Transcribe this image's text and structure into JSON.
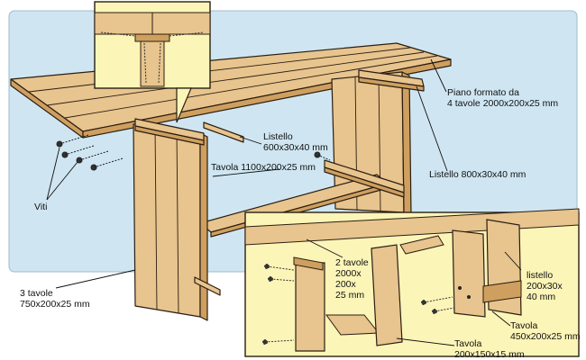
{
  "labels": {
    "piano": [
      "Piano formato da",
      "4 tavole 2000x200x25 mm"
    ],
    "listello_600": [
      "Listello",
      "600x30x40 mm"
    ],
    "tavola_1100": "Tavola 1100x200x25 mm",
    "listello_800": "Listello 800x30x40 mm",
    "viti": "Viti",
    "tre_tavole": [
      "3 tavole",
      "750x200x25 mm"
    ],
    "due_tavole": [
      "2 tavole",
      "2000x",
      "200x",
      "25 mm"
    ],
    "listello_200": [
      "listello",
      "200x30x",
      "40 mm"
    ],
    "tavola_450": [
      "Tavola",
      "450x200x25 mm"
    ],
    "tavola_200": [
      "Tavola",
      "200x150x15 mm"
    ]
  },
  "colors": {
    "background_blue": "#cfe6f2",
    "inset_yellow": "#fcf5b8",
    "wood": "#e8c48e",
    "wood_shadow": "#cf9f5f",
    "outline": "#2a1e12"
  }
}
